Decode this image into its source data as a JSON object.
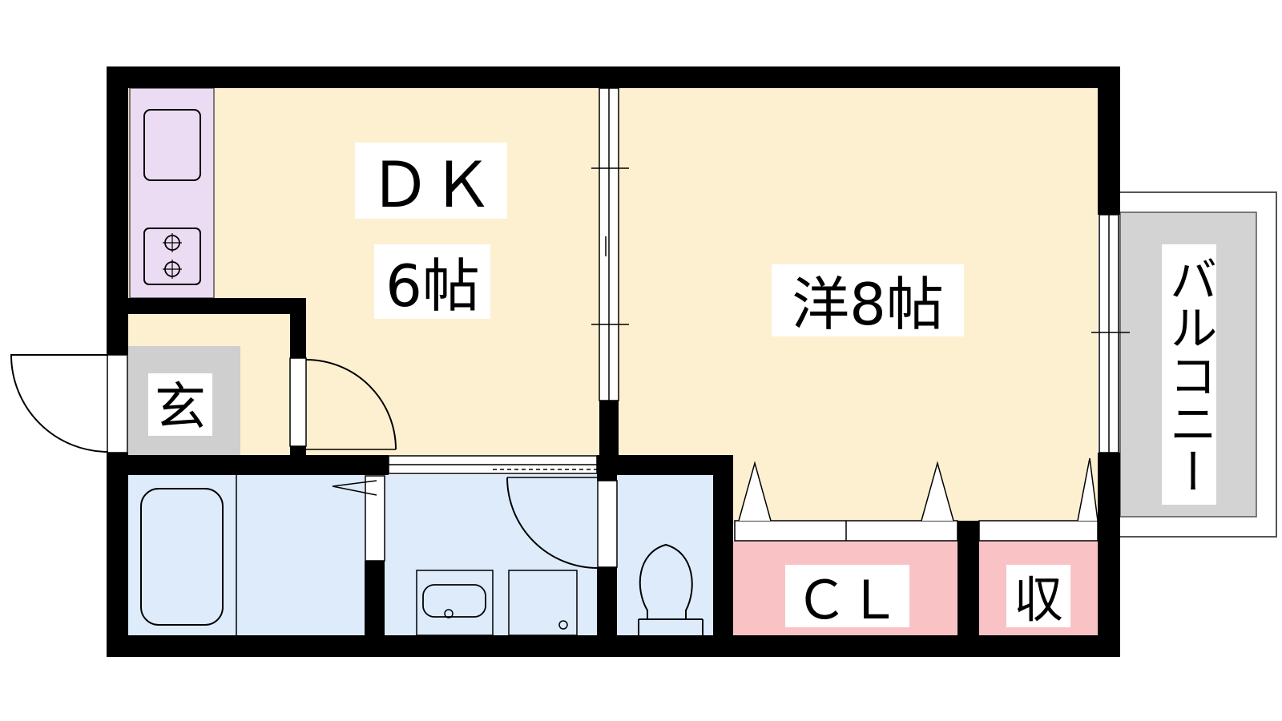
{
  "rooms": {
    "dk": {
      "name": "ＤＫ",
      "size": "6帖"
    },
    "western": {
      "label": "洋8帖"
    },
    "entrance": {
      "label": "玄"
    },
    "closet": {
      "label": "ＣＬ"
    },
    "storage": {
      "label": "収"
    },
    "balcony": {
      "label": "バルコニー"
    }
  },
  "colors": {
    "wall": "#000000",
    "room_floor": "#fdf0d1",
    "wet_area": "#ddebfb",
    "kitchen": "#ecdcf3",
    "closet": "#f9c3c6",
    "balcony": "#d3d3d3",
    "entrance": "#cfcfcf"
  }
}
